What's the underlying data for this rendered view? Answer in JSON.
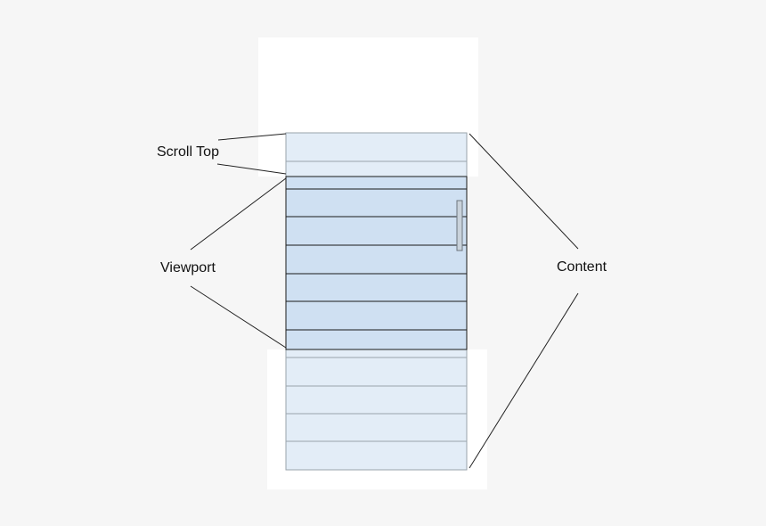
{
  "diagram": {
    "labels": {
      "scroll_top": "Scroll Top",
      "viewport": "Viewport",
      "content": "Content"
    },
    "content_rows": 12,
    "viewport_rows": {
      "start_fraction": 0.0,
      "partial_top": true
    },
    "colors": {
      "background": "#f6f6f6",
      "panel": "#ffffff",
      "content_fill": "#e3edf7",
      "viewport_fill": "#cfe0f2",
      "row_line": "#9aa3ab",
      "viewport_line": "#1a1a1a",
      "scrollbar_fill": "#c9d2db",
      "scrollbar_stroke": "#6c757d",
      "leader_line": "#222222"
    }
  }
}
